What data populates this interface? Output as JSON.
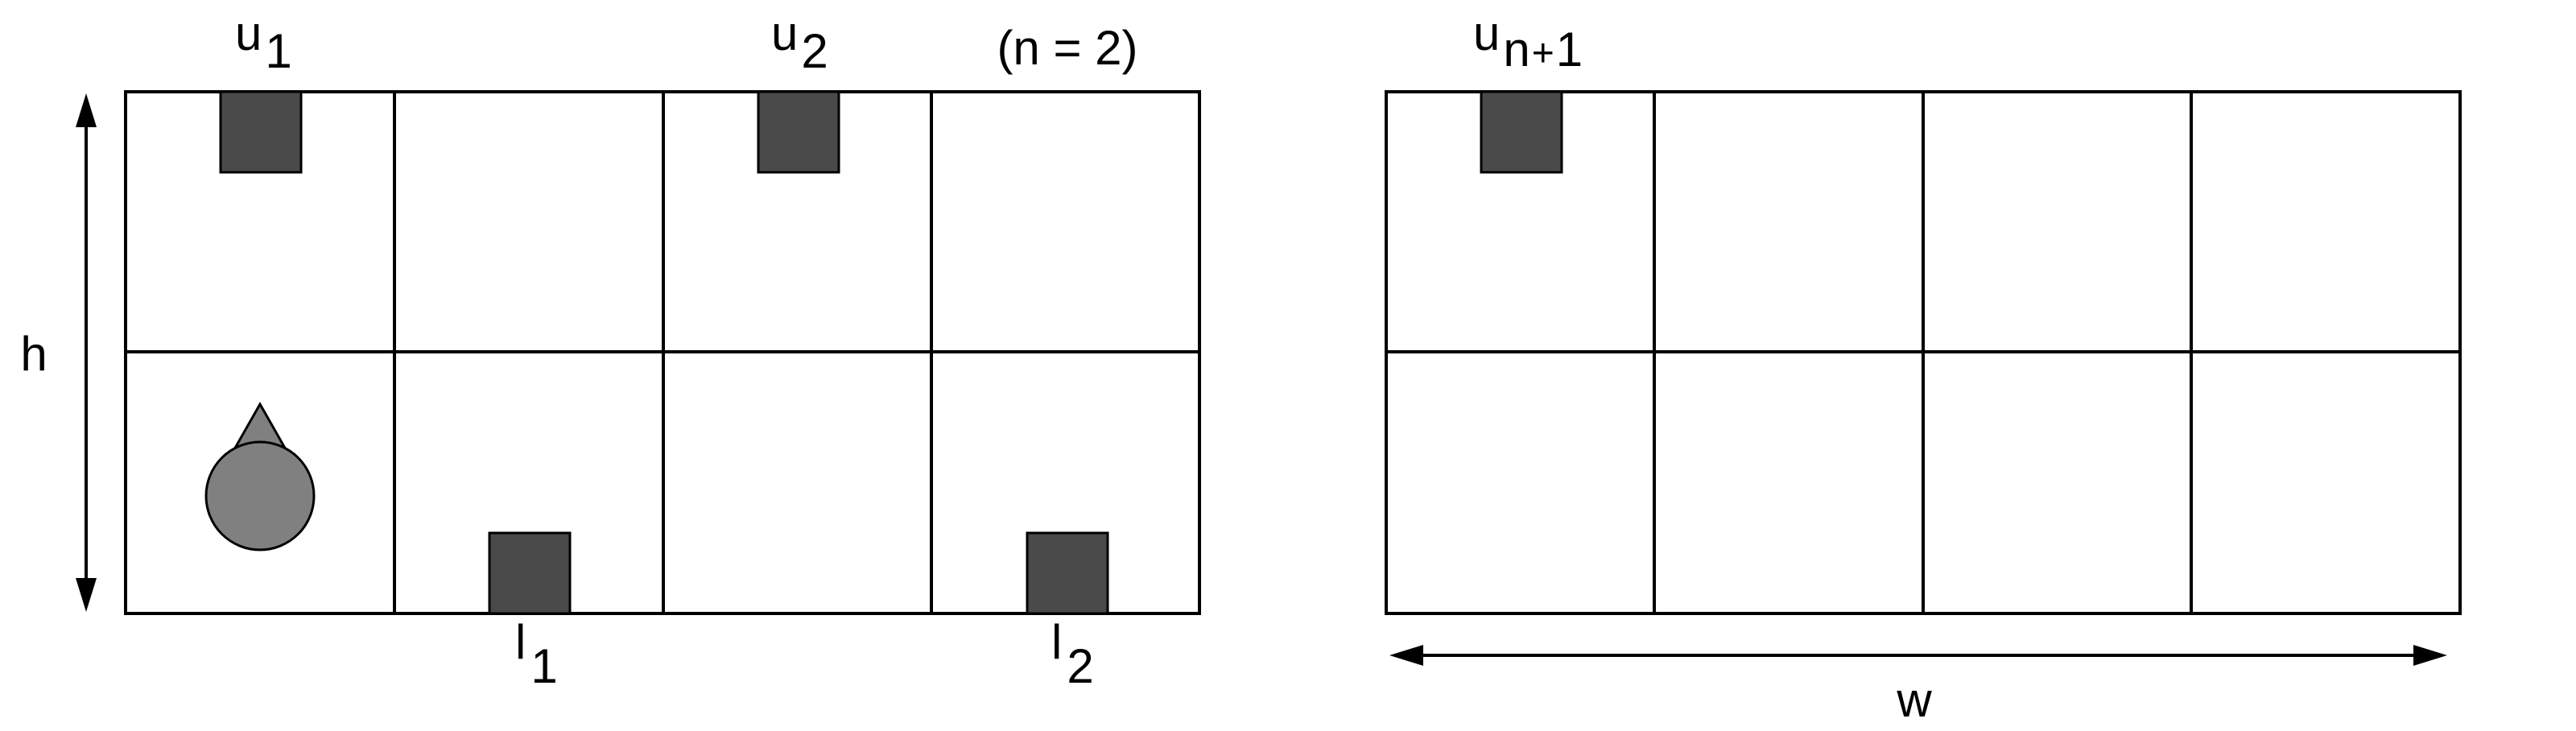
{
  "colors": {
    "background": "#ffffff",
    "grid_line": "#000000",
    "block_fill": "#4a4a4a",
    "agent_fill": "#808080"
  },
  "labels": {
    "u1": {
      "base": "u",
      "sub": "1"
    },
    "u2": {
      "base": "u",
      "sub": "2"
    },
    "un1": {
      "base": "u",
      "sub_n": "n",
      "sub_plus": "+",
      "sub_one": "1"
    },
    "l1": {
      "base": "l",
      "sub": "1"
    },
    "l2": {
      "base": "l",
      "sub": "2"
    },
    "n_note": "(n = 2)",
    "height": "h",
    "width": "w"
  },
  "grid_left": {
    "columns": 4,
    "rows": 2
  },
  "grid_right": {
    "columns": 4,
    "rows": 2
  },
  "icons": {
    "agent": "agent-icon",
    "block": "block-square"
  }
}
